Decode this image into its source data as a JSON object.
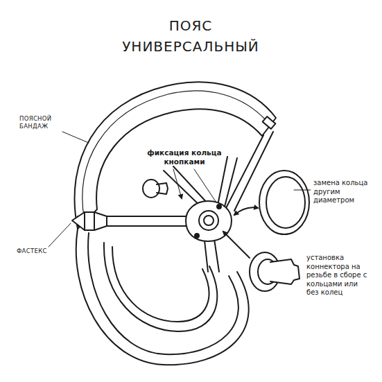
{
  "diagram": {
    "title": "ПОЯС УНИВЕРСАЛЬНЫЙ",
    "labels": [
      "ПОЯСНОЙ БАНДАЖ",
      "фиксация кольца кнопками",
      "замена кольца другим диаметром",
      "ФАСТЕКС",
      "установка коннектора на резьбе в сборе с кольцами или без колец"
    ]
  }
}
